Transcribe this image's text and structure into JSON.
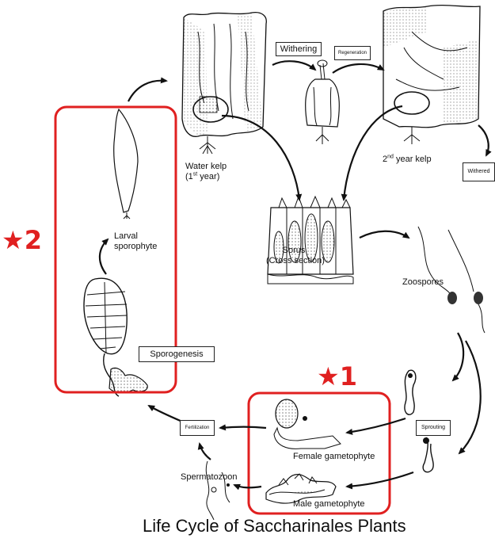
{
  "title": "Life Cycle of Saccharinales Plants",
  "stages": {
    "water_kelp_line1": "Water kelp",
    "water_kelp_line2_pre": "(1",
    "water_kelp_line2_sup": "st",
    "water_kelp_line2_post": " year)",
    "second_year_pre": "2",
    "second_year_sup": "nd",
    "second_year_post": " year kelp",
    "sorus_line1": "Sorus",
    "sorus_line2": "(Cross section)",
    "zoospores": "Zoospores",
    "larval_line1": "Larval",
    "larval_line2": "sporophyte",
    "female_gametophyte": "Female gametophyte",
    "male_gametophyte": "Male gametophyte",
    "spermatozoon": "Spermatozoon"
  },
  "process_boxes": {
    "withering": "Withering",
    "regeneration": "Regeneration",
    "withered": "Withered",
    "sporogenesis": "Sporogenesis",
    "fertilization": "Fertilization",
    "sprouting": "Sprouting"
  },
  "markers": {
    "star1": "★1",
    "star2": "★2"
  },
  "colors": {
    "highlight": "#e02020",
    "ink": "#111111"
  }
}
